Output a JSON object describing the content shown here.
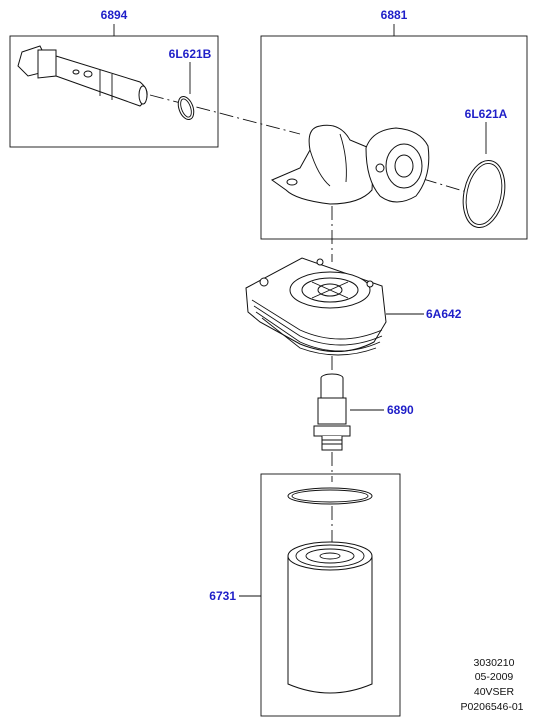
{
  "callouts": {
    "p6894": "6894",
    "p6881": "6881",
    "p6L621B": "6L621B",
    "p6L621A": "6L621A",
    "p6A642": "6A642",
    "p6890": "6890",
    "p6731": "6731"
  },
  "reference": {
    "line1": "3030210",
    "line2": "05-2009",
    "line3": "40VSER",
    "line4": "P0206546-01"
  },
  "colors": {
    "callout": "#1f1fc8",
    "line": "#111111"
  }
}
